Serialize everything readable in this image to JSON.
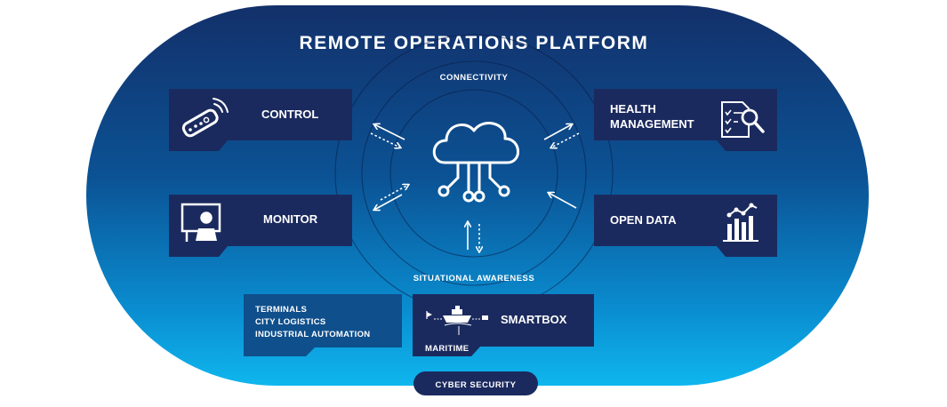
{
  "title": "REMOTE OPERATIONS PLATFORM",
  "rings": {
    "top_label": "CONNECTIVITY",
    "bottom_label": "SITUATIONAL AWARENESS"
  },
  "modules": {
    "control": {
      "label": "CONTROL",
      "icon": "remote-control-icon"
    },
    "monitor": {
      "label": "MONITOR",
      "icon": "monitor-operator-icon"
    },
    "health": {
      "label_line1": "HEALTH",
      "label_line2": "MANAGEMENT",
      "icon": "document-search-icon"
    },
    "open_data": {
      "label": "OPEN DATA",
      "icon": "bar-chart-icon"
    },
    "smartbox": {
      "label": "SMARTBOX",
      "sublabel": "MARITIME",
      "icon": "ship-icon"
    }
  },
  "applications": [
    "TERMINALS",
    "CITY LOGISTICS",
    "INDUSTRIAL AUTOMATION"
  ],
  "cyber_security": "CYBER SECURITY",
  "hub": {
    "icon": "cloud-circuit-icon"
  },
  "colors": {
    "navy": "#1b2a5e",
    "box_light": "#0f4f8c",
    "white": "#ffffff"
  }
}
